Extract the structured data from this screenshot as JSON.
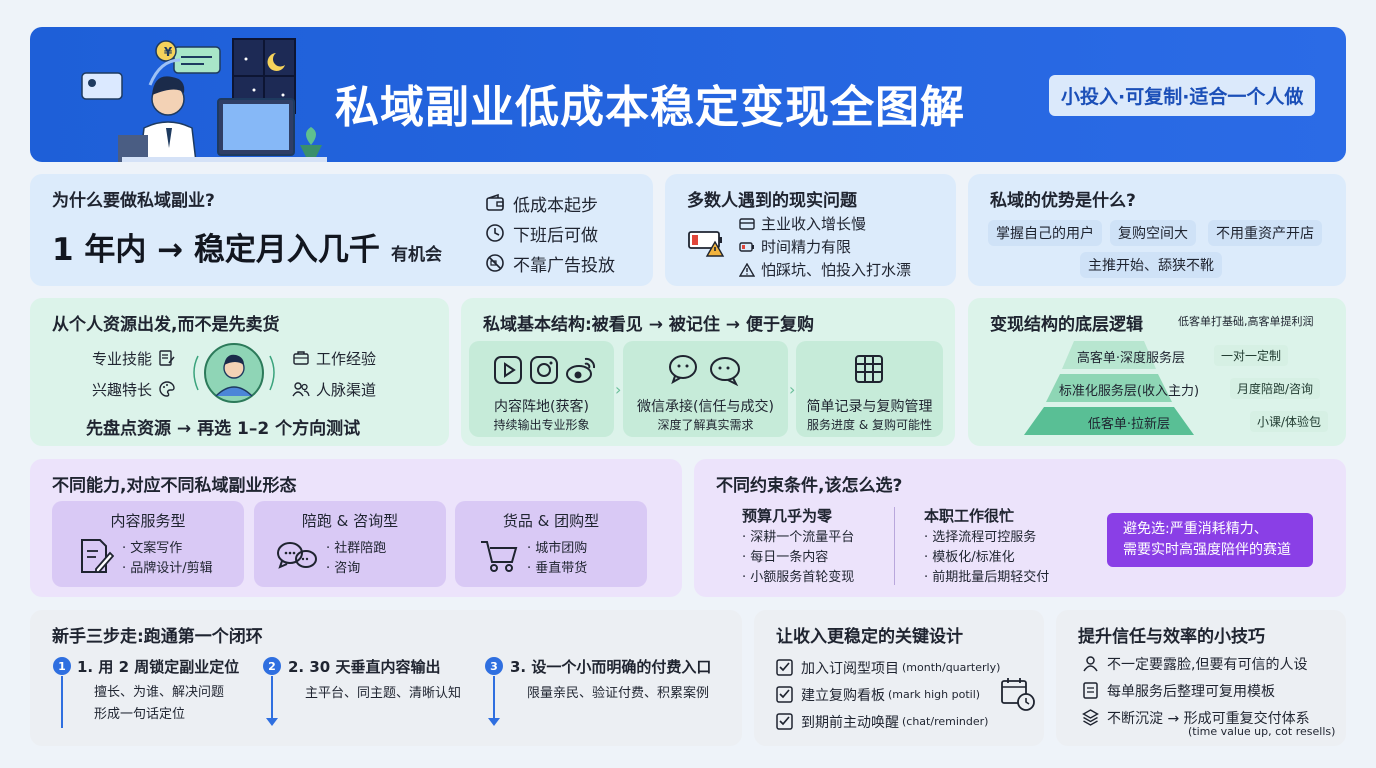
{
  "header": {
    "title": "私域副业低成本稳定变现全图解",
    "subtitle": "小投入·可复制·适合一个人做",
    "yen_symbol": "¥"
  },
  "why": {
    "title": "为什么要做私域副业?",
    "headline": "1 年内 → 稳定月入几千",
    "headline_suffix": "有机会",
    "points": [
      "低成本起步",
      "下班后可做",
      "不靠广告投放"
    ]
  },
  "problems": {
    "title": "多数人遇到的现实问题",
    "items": [
      "主业收入增长慢",
      "时间精力有限",
      "怕踩坑、怕投入打水漂"
    ]
  },
  "advantages": {
    "title": "私域的优势是什么?",
    "chips": [
      "掌握自己的用户",
      "复购空间大",
      "不用重资产开店",
      "主推开始、舔狭不靴"
    ]
  },
  "resources": {
    "title": "从个人资源出发,而不是先卖货",
    "left": [
      "专业技能",
      "兴趣特长"
    ],
    "right": [
      "工作经验",
      "人脉渠道"
    ],
    "bottom": "先盘点资源 → 再选 1–2 个方向测试"
  },
  "structure": {
    "title": "私域基本结构:被看见 → 被记住 → 便于复购",
    "stages": [
      {
        "title": "内容阵地(获客)",
        "desc": "持续输出专业形象"
      },
      {
        "title": "微信承接(信任与成交)",
        "desc": "深度了解真实需求"
      },
      {
        "title": "简单记录与复购管理",
        "desc": "服务进度 & 复购可能性"
      }
    ]
  },
  "logic": {
    "title": "变现结构的底层逻辑",
    "note": "低客单打基础,高客单提利润",
    "tiers": [
      {
        "label": "高客单·深度服务层",
        "tag": "一对一定制"
      },
      {
        "label": "标准化服务层(收入主力)",
        "tag": "月度陪跑/咨询"
      },
      {
        "label": "低客单·拉新层",
        "tag": "小课/体验包"
      }
    ]
  },
  "forms": {
    "title": "不同能力,对应不同私域副业形态",
    "types": [
      {
        "title": "内容服务型",
        "items": [
          "· 文案写作",
          "· 品牌设计/剪辑"
        ]
      },
      {
        "title": "陪跑 & 咨询型",
        "items": [
          "· 社群陪跑",
          "· 咨询"
        ]
      },
      {
        "title": "货品 & 团购型",
        "items": [
          "· 城市团购",
          "· 垂直带货"
        ]
      }
    ]
  },
  "choose": {
    "title": "不同约束条件,该怎么选?",
    "col1": {
      "title": "预算几乎为零",
      "items": [
        "· 深耕一个流量平台",
        "· 每日一条内容",
        "· 小额服务首轮变现"
      ]
    },
    "col2": {
      "title": "本职工作很忙",
      "items": [
        "· 选择流程可控服务",
        "· 模板化/标准化",
        "· 前期批量后期轻交付"
      ]
    },
    "avoid": [
      "避免选:严重消耗精力、",
      "需要实时高强度陪伴的赛道"
    ]
  },
  "steps": {
    "title": "新手三步走:跑通第一个闭环",
    "items": [
      {
        "num": "1",
        "title": "1. 用 2 周锁定副业定位",
        "lines": [
          "擅长、为谁、解决问题",
          "形成一句话定位"
        ]
      },
      {
        "num": "2",
        "title": "2. 30 天垂直内容输出",
        "lines": [
          "主平台、同主题、清晰认知"
        ]
      },
      {
        "num": "3",
        "title": "3. 设一个小而明确的付费入口",
        "lines": [
          "限量亲民、验证付费、积累案例"
        ]
      }
    ]
  },
  "stable": {
    "title": "让收入更稳定的关键设计",
    "items": [
      {
        "text": "加入订阅型项目",
        "note": "(month/quarterly)"
      },
      {
        "text": "建立复购看板",
        "note": "(mark high potil)"
      },
      {
        "text": "到期前主动唤醒",
        "note": "(chat/reminder)"
      }
    ]
  },
  "tips": {
    "title": "提升信任与效率的小技巧",
    "items": [
      "不一定要露脸,但要有可信的人设",
      "每单服务后整理可复用模板",
      "不断沉淀 → 形成可重复交付体系"
    ],
    "footnote": "(time value up, cot resells)"
  }
}
